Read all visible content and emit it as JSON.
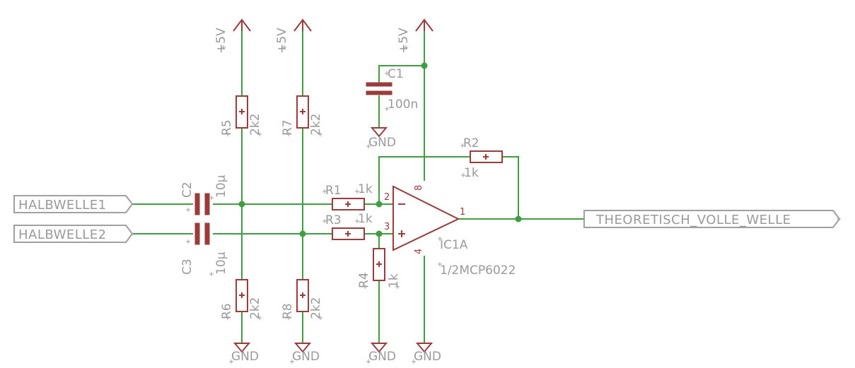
{
  "supply": {
    "vcc_label": "+5V",
    "gnd_label": "GND"
  },
  "ports": {
    "in1": "HALBWELLE1",
    "in2": "HALBWELLE2",
    "out": "THEORETISCH_VOLLE_WELLE"
  },
  "components": {
    "R1": {
      "name": "R1",
      "value": "1k"
    },
    "R2": {
      "name": "R2",
      "value": "1k"
    },
    "R3": {
      "name": "R3",
      "value": "1k"
    },
    "R4": {
      "name": "R4",
      "value": "1k"
    },
    "R5": {
      "name": "R5",
      "value": "2k2"
    },
    "R6": {
      "name": "R6",
      "value": "2k2"
    },
    "R7": {
      "name": "R7",
      "value": "2k2"
    },
    "R8": {
      "name": "R8",
      "value": "2k2"
    },
    "C1": {
      "name": "C1",
      "value": "100n"
    },
    "C2": {
      "name": "C2",
      "value": "10µ"
    },
    "C3": {
      "name": "C3",
      "value": "10µ"
    },
    "IC1": {
      "name": "IC1A",
      "value": "1/2MCP6022"
    }
  },
  "pins": {
    "inverting": "2",
    "noninverting": "3",
    "output": "1",
    "vplus": "8",
    "vminus": "4"
  },
  "colors": {
    "wire": "#3f9e3f",
    "part": "#9b3c3c",
    "label": "#9a9a9a"
  }
}
